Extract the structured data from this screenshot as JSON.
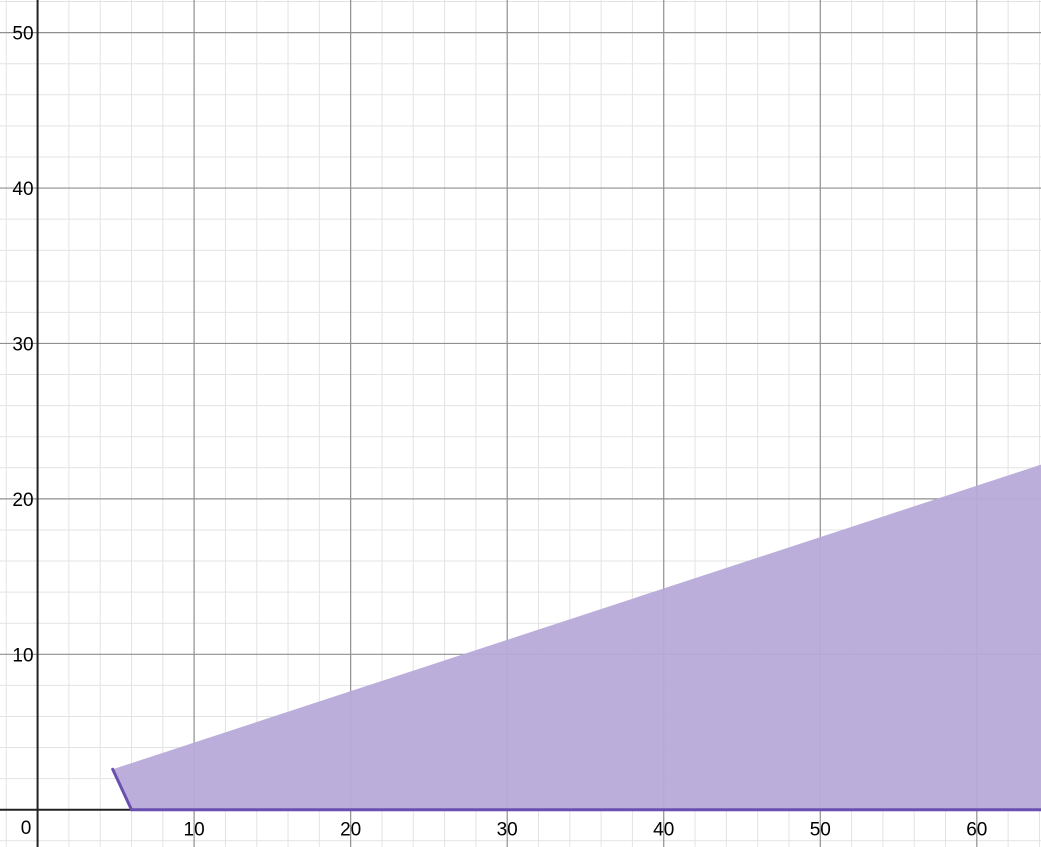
{
  "chart_data": {
    "type": "area",
    "xlim": [
      -2.4,
      64.1
    ],
    "ylim": [
      -2.4,
      52.1
    ],
    "grid": true,
    "x_ticks": [
      {
        "value": 10,
        "label": "10"
      },
      {
        "value": 20,
        "label": "20"
      },
      {
        "value": 30,
        "label": "30"
      },
      {
        "value": 40,
        "label": "40"
      },
      {
        "value": 50,
        "label": "50"
      },
      {
        "value": 60,
        "label": "60"
      }
    ],
    "y_ticks": [
      {
        "value": 10,
        "label": "10"
      },
      {
        "value": 20,
        "label": "20"
      },
      {
        "value": 30,
        "label": "30"
      },
      {
        "value": 40,
        "label": "40"
      },
      {
        "value": 50,
        "label": "50"
      }
    ],
    "origin_label": "0",
    "series": [
      {
        "region": [
          {
            "x": 4.8,
            "y": 2.6
          },
          {
            "x": 64.1,
            "y": 22.2
          },
          {
            "x": 64.1,
            "y": 0
          },
          {
            "x": 6.0,
            "y": 0
          }
        ],
        "boundary_segments": [
          [
            {
              "x": 4.8,
              "y": 2.6
            },
            {
              "x": 6.0,
              "y": 0
            }
          ],
          [
            {
              "x": 6.0,
              "y": 0
            },
            {
              "x": 64.1,
              "y": 0
            }
          ]
        ],
        "fill_color": "#b8aad9",
        "line_color": "#6a4fb0"
      }
    ]
  }
}
